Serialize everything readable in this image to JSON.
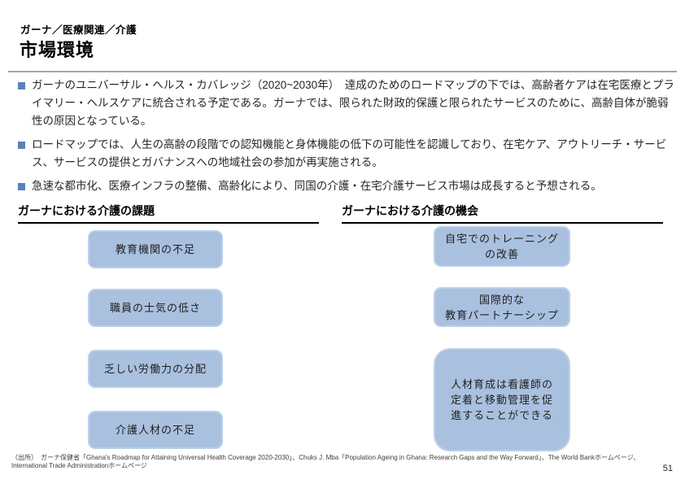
{
  "page": {
    "eyebrow": "ガーナ／医療関連／介護",
    "title": "市場環境",
    "page_number": "51"
  },
  "bullets": [
    "ガーナのユニバーサル・ヘルス・カバレッジ（2020~2030年）　達成のためのロードマップの下では、高齢者ケアは在宅医療とプライマリー・ヘルスケアに統合される予定である。ガーナでは、限られた財政的保護と限られたサービスのために、高齢自体が脆弱性の原因となっている。",
    "ロードマップでは、人生の高齢の段階での認知機能と身体機能の低下の可能性を認識しており、在宅ケア、アウトリーチ・サービス、サービスの提供とガバナンスへの地域社会の参加が再実施される。",
    "急速な都市化、医療インフラの整備、高齢化により、同国の介護・在宅介護サービス市場は成長すると予想される。"
  ],
  "sections": {
    "left": {
      "heading": "ガーナにおける介護の課題",
      "boxes": [
        "教育機関の不足",
        "職員の士気の低さ",
        "乏しい労働力の分配",
        "介護人材の不足"
      ]
    },
    "right": {
      "heading": "ガーナにおける介護の機会",
      "boxes": [
        "自宅でのトレーニング\nの改善",
        "国際的な\n教育パートナーシップ",
        "人材育成は看護師の\n定着と移動管理を促\n進することができる"
      ]
    }
  },
  "footer": {
    "line1": "（出所）　ガーナ保健省「Ghana's Roadmap for Attaining Universal Health Coverage 2020-2030」、Chuks J. Mba「Population Ageing in Ghana: Research Gaps and the Way Forward」、The World Bankホームページ、",
    "line2": "International Trade Administrationホームページ"
  },
  "colors": {
    "bullet_marker": "#5b83b8",
    "box_fill": "#a9c0df",
    "box_border": "#bdcfe8",
    "title_rule": "#a6a6a6",
    "heading_underline": "#000000"
  }
}
